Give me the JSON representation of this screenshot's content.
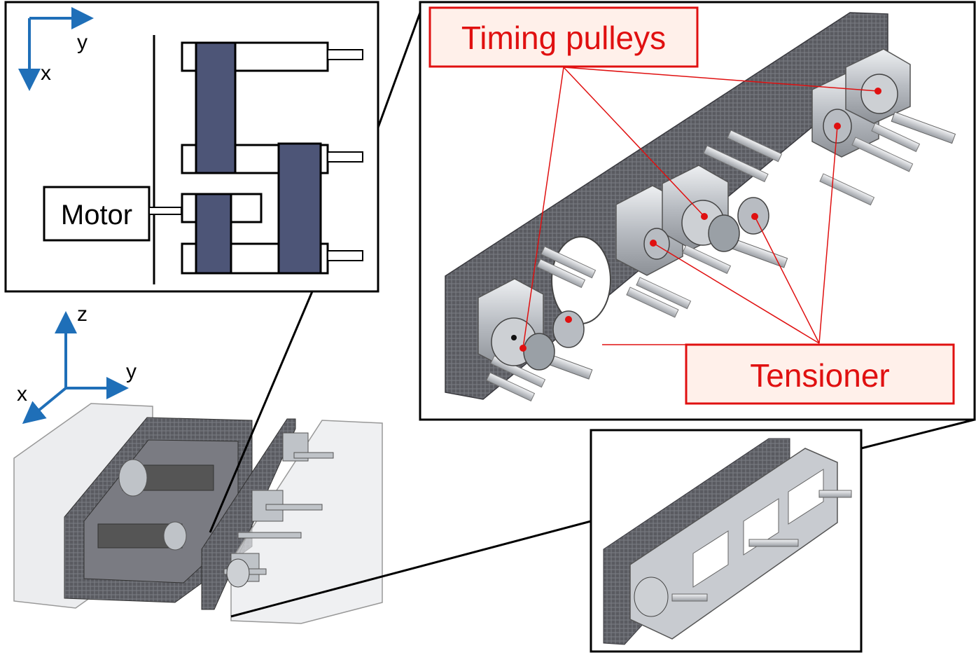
{
  "schematic": {
    "axis_y": "y",
    "axis_x": "x",
    "motor_label": "Motor"
  },
  "assembly": {
    "axis_z": "z",
    "axis_y": "y",
    "axis_x": "x"
  },
  "callouts": {
    "timing_pulleys": "Timing pulleys",
    "tensioner": "Tensioner"
  },
  "colors": {
    "axis_blue": "#1f6fb8",
    "callout_red": "#e01010",
    "callout_fill": "#fff0ea",
    "belt_fill": "#4d5577",
    "mesh_dark": "#55565c",
    "metal": "#bfc3c8"
  }
}
